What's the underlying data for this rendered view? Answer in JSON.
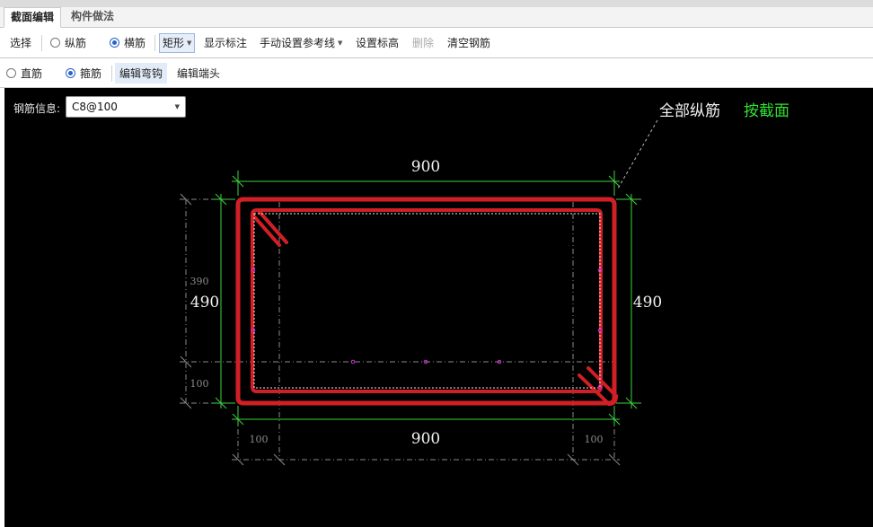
{
  "tabs": [
    {
      "label": "截面编辑",
      "active": true
    },
    {
      "label": "构件做法",
      "active": false
    }
  ],
  "toolbar1": {
    "select": "选择",
    "longitudinal": "纵筋",
    "transverse": "横筋",
    "transverse_selected": true,
    "shape": "矩形",
    "show_dims": "显示标注",
    "manual_ref": "手动设置参考线",
    "set_elev": "设置标高",
    "delete": "删除",
    "clear": "清空钢筋"
  },
  "toolbar2": {
    "straight": "直筋",
    "stirrup": "箍筋",
    "stirrup_selected": true,
    "edit_hook": "编辑弯钩",
    "edit_end": "编辑端头"
  },
  "canvas": {
    "rebar_info_label": "钢筋信息:",
    "rebar_info_value": "C8@100",
    "annot_all": "全部纵筋",
    "annot_section": "按截面",
    "dim_top": "900",
    "dim_bottom": "900",
    "dim_left": "490",
    "dim_right": "490",
    "dim_left_upper": "390",
    "dim_left_lower": "100",
    "dim_bottom_left": "100",
    "dim_bottom_right": "100"
  },
  "colors": {
    "canvas_bg": "#000000",
    "stirrup": "#d11f26",
    "dim_line": "#3fd23f",
    "annot_section": "#32e032",
    "rebar_point": "#d030d0"
  }
}
